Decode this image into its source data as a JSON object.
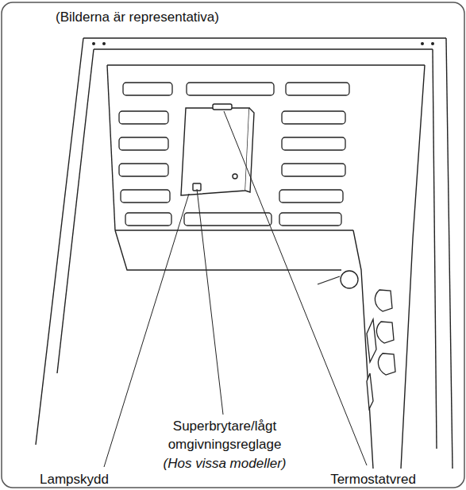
{
  "diagram": {
    "labels": [
      "(Bilderna är representativa)",
      "Superbrytare/lågt omgivningsreglage",
      "(Hos vissa modeller)",
      "Lampskydd",
      "Termostatvred"
    ]
  }
}
